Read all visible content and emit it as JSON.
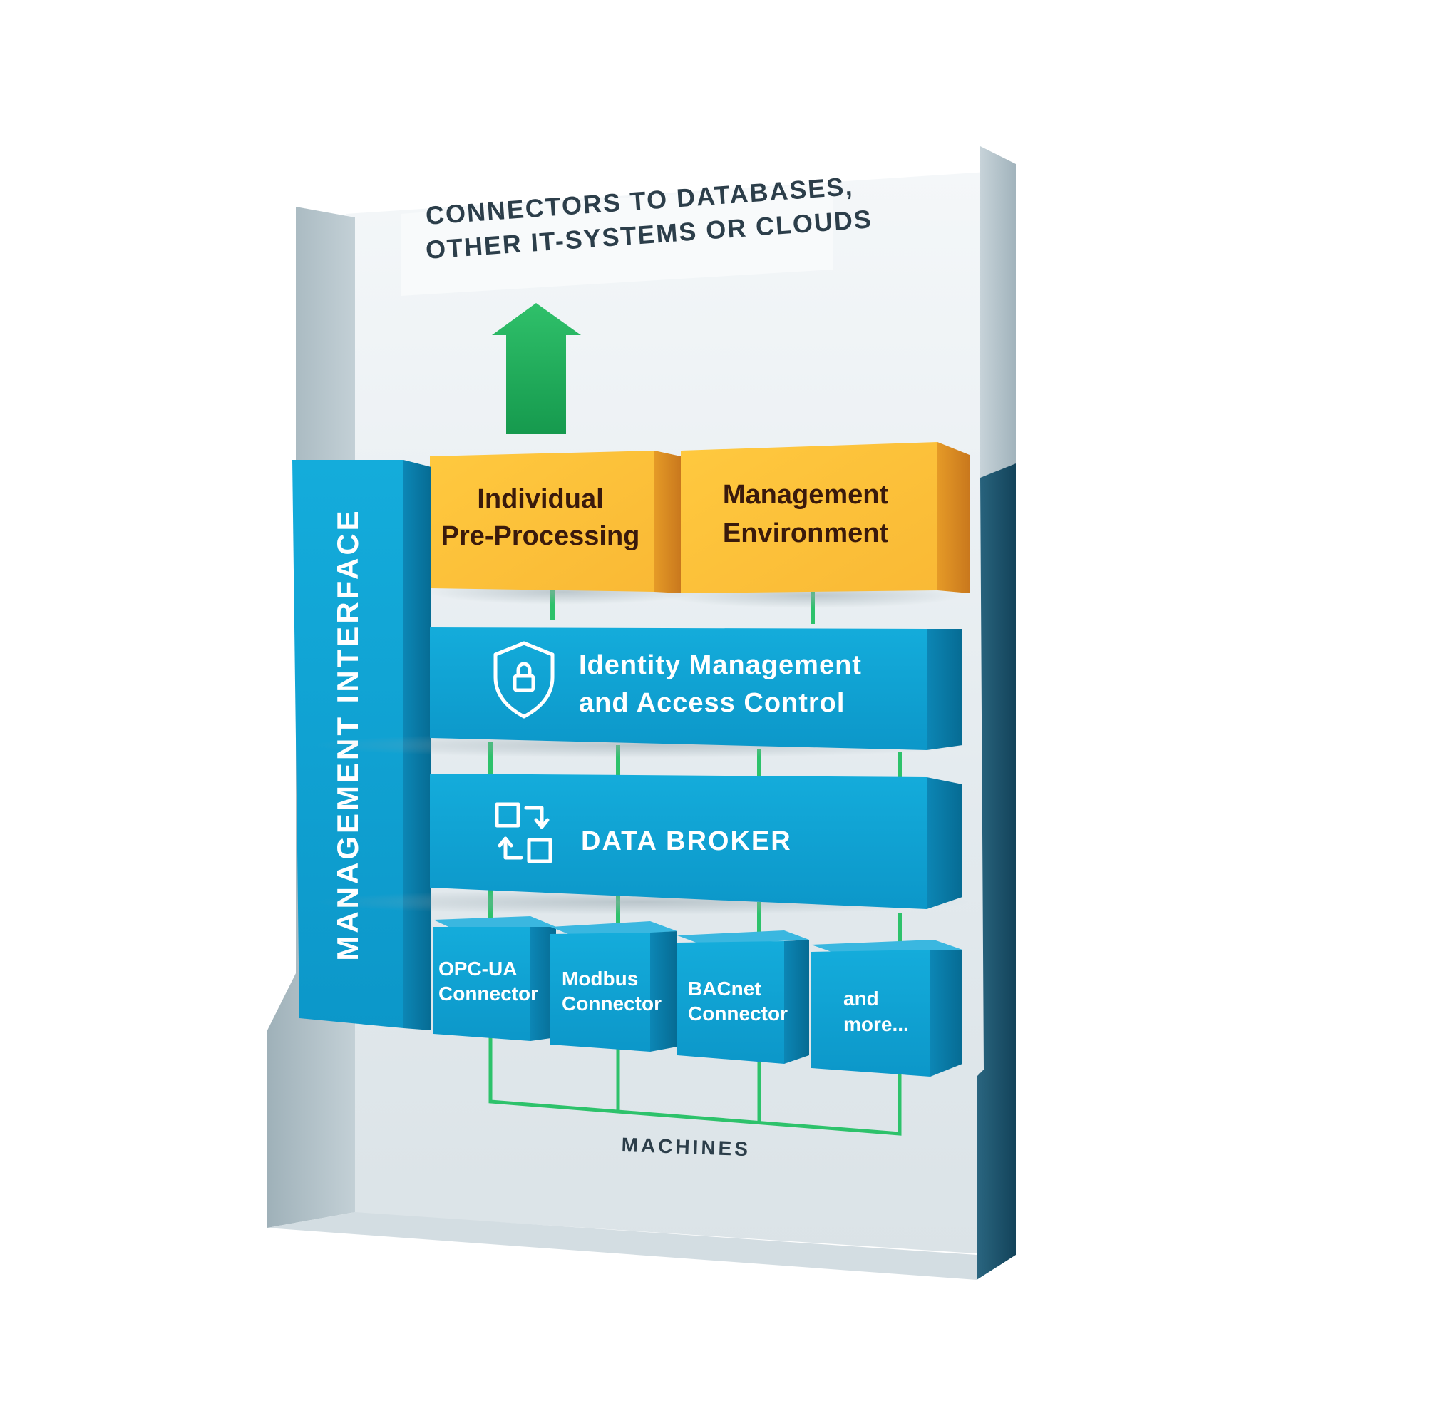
{
  "header": {
    "line1": "CONNECTORS TO DATABASES,",
    "line2": "OTHER IT-SYSTEMS OR CLOUDS"
  },
  "management_interface": {
    "label": "MANAGEMENT INTERFACE"
  },
  "top_blocks": [
    {
      "line1": "Individual",
      "line2": "Pre-Processing"
    },
    {
      "line1": "Management",
      "line2": "Environment"
    }
  ],
  "identity": {
    "line1": "Identity Management",
    "line2": "and Access Control",
    "icon": "shield-lock-icon"
  },
  "broker": {
    "label": "DATA BROKER",
    "icon": "sync-icon"
  },
  "connectors": [
    {
      "line1": "OPC-UA",
      "line2": "Connector"
    },
    {
      "line1": "Modbus",
      "line2": "Connector"
    },
    {
      "line1": "BACnet",
      "line2": "Connector"
    },
    {
      "line1": "and",
      "line2": "more..."
    }
  ],
  "footer": {
    "label": "MACHINES"
  },
  "colors": {
    "blue": "#0fa3d3",
    "blue_dark": "#0a7aa8",
    "yellow": "#fdc23d",
    "yellow_side": "#d98a22",
    "green": "#26b35d",
    "panel": "#e9eff2",
    "panel_side_left": "#aebdc4",
    "panel_side_right": "#1c5168",
    "text_dark": "#2c3e4a",
    "text_brown": "#3a1a0c"
  }
}
